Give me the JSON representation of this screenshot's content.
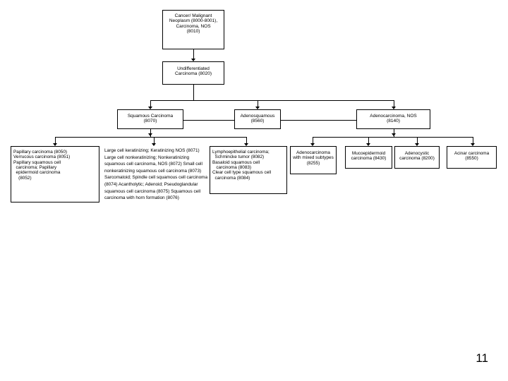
{
  "slide": {
    "page_number": "11",
    "colors": {
      "line": "#000000",
      "box_fill": "#ffffff",
      "text": "#000000"
    }
  },
  "nodes": {
    "root": {
      "lines": [
        "Cancer/ Malignant",
        "Neoplasm (8000-8001),",
        "Carcinoma, NOS",
        "(8010)"
      ]
    },
    "undifferentiated": {
      "lines": [
        "Undifferentiated",
        "Carcinoma (8020)"
      ]
    },
    "squamous": {
      "lines": [
        "Squamous Carcinoma",
        "(8070)"
      ]
    },
    "adenosquamous": {
      "lines": [
        "Adenosquamous",
        "(8560)"
      ]
    },
    "adenocarcinoma_nos": {
      "lines": [
        "Adenocarcinoma, NOS",
        "(8140)"
      ]
    },
    "papillary_group": {
      "lines": [
        "Papillary carcinoma (8050)",
        "Verrucous carcinoma (8051)",
        "Papillary squamous cell",
        "  carcinoma; Papillary",
        "  epidermoid carcinoma",
        "    (8052)"
      ]
    },
    "large_cell_group": {
      "lines": [
        "Large cell keratinizing; Keratinizing",
        "  NOS (8071)",
        "Large cell nonkeratinizing;",
        "Nonkeratinizing",
        "   squamous cell carcinoma, NOS (8072)",
        "Small cell nonkeratinizing squamous cell",
        "   carcinoma (8073)",
        "Sarcomatoid; Spindle cell squamous cell",
        "   carcinoma (8074)",
        "Acantholytic; Adenoid; Pseudoglandular",
        "   squamous cell  carcinoma (8075)",
        "Squamous cell carcinoma with horn",
        "   formation (8076)"
      ]
    },
    "lymphoepithelial_group": {
      "lines": [
        "Lymphoepithelial carcinoma;",
        "  Schmincke tumor (8082)",
        "Basaloid squamous cell",
        "   carcinoma (8083)",
        "Clear cell type squamous cell",
        "  carcinoma (8084)"
      ]
    },
    "mixed_subtypes": {
      "lines": [
        "Adenocarcinoma",
        "with mixed subtypes",
        "(8255)"
      ]
    },
    "mucoepidermoid": {
      "lines": [
        "Mucoepidermoid",
        "carcinoma (8430)"
      ]
    },
    "adenocystic": {
      "lines": [
        "Adenocystic",
        "carcinoma (8200)"
      ]
    },
    "acinar": {
      "lines": [
        "Acinar carcinoma",
        "(8550)"
      ]
    }
  }
}
